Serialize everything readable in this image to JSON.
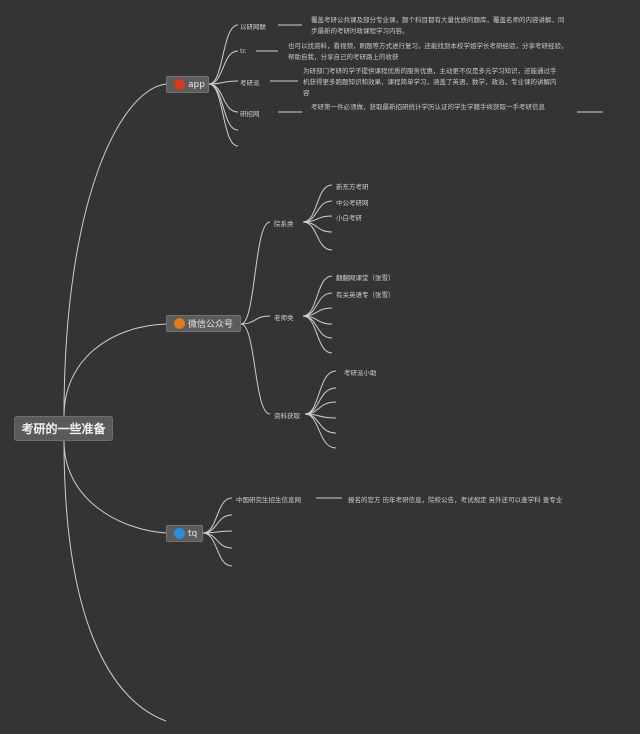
{
  "root": {
    "label": "考研的一些准备"
  },
  "branches": {
    "app": {
      "label": "app",
      "badge_color": "#d63a1e",
      "children": [
        {
          "label": "以研网联",
          "note": "覆盖考研公共课及部分专业课，题个科目都有大量优质的题库，覆盖名师的内容讲解，同步最新的考研时政课程学习内容。"
        },
        {
          "label": "tc",
          "note": "也可以找资料，看视频，刷题等方式进行复习，还能找到本校学姐学长考研经验，分享考研经验，帮助自我，分享自己的考研路上的收获"
        },
        {
          "label": "考研派",
          "note": "为研部门考研的学子提供课程优质的服务优惠，主动更不仅是多元学习知识，还能通过手机获得更多跑题知识和效果，课程简单学习，涵盖了英语，数学，政治，专业课的讲解内容"
        },
        {
          "label": "研招网",
          "note": "考研第一件必须做，获取最新招研统计学历认证的学生学籍手续获取一手考研信息"
        }
      ]
    },
    "wechat": {
      "label": "微信公众号",
      "badge_color": "#e07a1a",
      "groups": [
        {
          "label": "院系类",
          "items": [
            "新东方考研",
            "中公考研网",
            "小白考研"
          ]
        },
        {
          "label": "老师类",
          "items": [
            "翻翻网课堂（张雪）",
            "有关英语专（张雪）"
          ]
        },
        {
          "label": "资料获取",
          "items": [
            "考研派小助"
          ]
        }
      ]
    },
    "qq": {
      "label": "tq",
      "badge_color": "#2e8bd8",
      "children": [
        {
          "label": "中国研究生招生信息网",
          "note": "报名的官方 历年考研信息，院校公告，考试规定 另外还可以查学科 查专业"
        }
      ]
    }
  }
}
